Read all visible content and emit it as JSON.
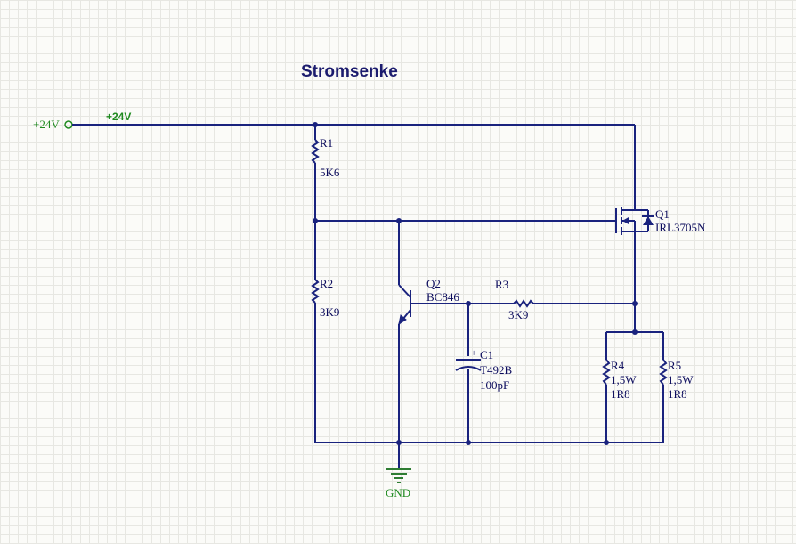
{
  "title": "Stromsenke",
  "power": {
    "port_label": "+24V",
    "net_label": "+24V"
  },
  "ground": {
    "label": "GND"
  },
  "components": {
    "R1": {
      "designator": "R1",
      "value": "5K6"
    },
    "R2": {
      "designator": "R2",
      "value": "3K9"
    },
    "R3": {
      "designator": "R3",
      "value": "3K9"
    },
    "R4": {
      "designator": "R4",
      "rating": "1,5W",
      "value": "1R8"
    },
    "R5": {
      "designator": "R5",
      "rating": "1,5W",
      "value": "1R8"
    },
    "C1": {
      "designator": "C1",
      "part": "T492B",
      "value": "100pF",
      "polarity": "+"
    },
    "Q1": {
      "designator": "Q1",
      "part": "IRL3705N"
    },
    "Q2": {
      "designator": "Q2",
      "part": "BC846"
    }
  },
  "colors": {
    "wire": "#1a237e",
    "net": "#1f8a1f",
    "ground": "#2e7d32",
    "title": "#1c1c6e"
  }
}
